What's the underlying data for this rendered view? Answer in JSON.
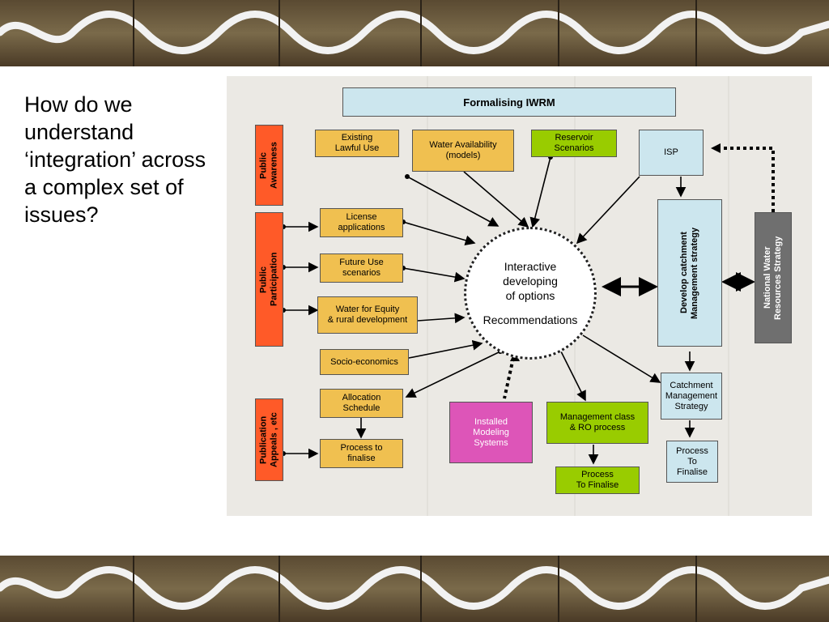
{
  "question": "How do we understand ‘integration’ across a complex set of issues?",
  "diagram": {
    "title": "Formalising  IWRM",
    "center_line1": "Interactive",
    "center_line2": "developing",
    "center_line3": "of options",
    "center_line4": "Recommendations",
    "public_awareness": "Public\nAwareness",
    "public_participation": "Public\nParticipation",
    "publication_appeals": "Publication\nAppeals , etc",
    "existing_lawful_use": "Existing\nLawful Use",
    "water_availability": "Water Availability\n(models)",
    "reservoir_scenarios": "Reservoir\nScenarios",
    "isp": "ISP",
    "license_applications": "License\napplications",
    "future_use_scenarios": "Future Use\nscenarios",
    "water_for_equity": "Water for Equity\n& rural development",
    "socio_economics": "Socio-economics",
    "allocation_schedule": "Allocation\nSchedule",
    "process_to_finalise_left": "Process to\nfinalise",
    "installed_modeling_systems": "Installed\nModeling\nSystems",
    "management_class": "Management class\n& RO process",
    "process_to_finalise_bottom": "Process\nTo Finalise",
    "develop_catchment": "Develop catchment\nManagement strategy",
    "national_water": "National Water\nResources Strategy",
    "catchment_management": "Catchment\nManagement\nStrategy",
    "process_to_finalise_right": "Process\nTo\nFinalise"
  },
  "colors": {
    "gold": "#f0c050",
    "green": "#99cc00",
    "light_blue": "#cce6ee",
    "orange_red": "#ff5a28",
    "grey": "#6f6f6f",
    "pink": "#dd55b8"
  }
}
